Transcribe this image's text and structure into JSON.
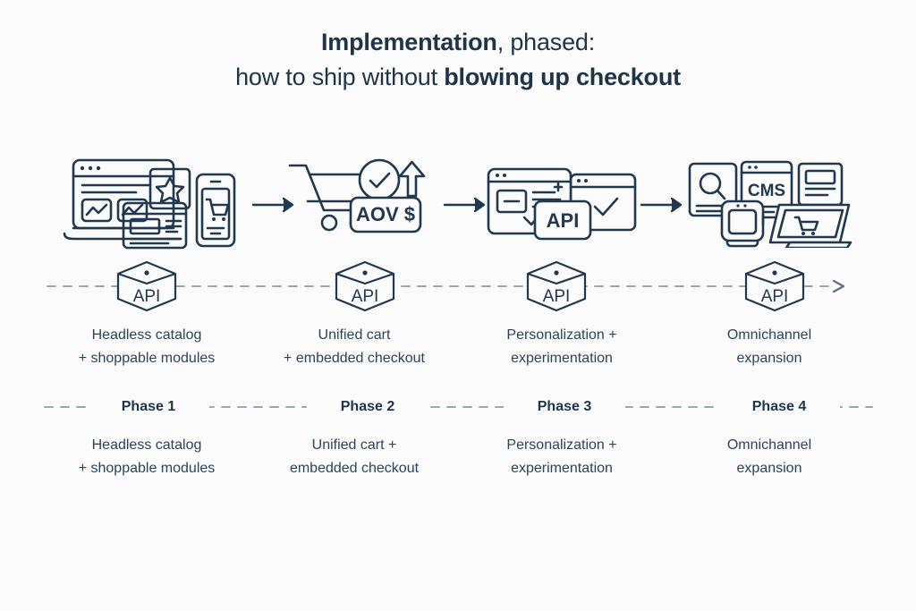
{
  "theme": {
    "background": "#fbfbfc",
    "ink": "#1f3349",
    "ink_soft": "#2c4459",
    "dash": "#9aa8b6"
  },
  "title": {
    "line1_bold": "Implementation",
    "line1_rest": ", phased:",
    "line2_rest": "how to ship without ",
    "line2_bold": "blowing up checkout"
  },
  "icons": {
    "group1": {
      "name": "headless-catalog-devices-icon",
      "parts": [
        "browser-window",
        "star-card",
        "content-card",
        "phone-with-cart"
      ]
    },
    "group2": {
      "name": "unified-cart-icon",
      "badge_label": "AOV $",
      "parts": [
        "shopping-cart",
        "check-circle",
        "up-arrow",
        "aov-badge"
      ]
    },
    "group3": {
      "name": "personalization-api-icon",
      "badge_label": "API",
      "parts": [
        "browser-window",
        "second-window",
        "api-card",
        "check-marks"
      ]
    },
    "group4": {
      "name": "omnichannel-icon",
      "cms_label": "CMS",
      "parts": [
        "search-card",
        "cms-window",
        "content-card",
        "smartwatch",
        "pos-terminal-with-cart"
      ]
    }
  },
  "api_band": {
    "badge_label": "API",
    "badges": [
      {
        "label": "API"
      },
      {
        "label": "API"
      },
      {
        "label": "API"
      },
      {
        "label": "API"
      }
    ]
  },
  "captions": [
    {
      "line1": "Headless catalog",
      "line2": "+ shoppable modules"
    },
    {
      "line1": "Unified cart",
      "line2": "+ embedded checkout"
    },
    {
      "line1": "Personalization +",
      "line2": "experimentation"
    },
    {
      "line1": "Omnichannel",
      "line2": "expansion"
    }
  ],
  "phases": [
    {
      "label": "Phase 1"
    },
    {
      "label": "Phase 2"
    },
    {
      "label": "Phase 3"
    },
    {
      "label": "Phase 4"
    }
  ],
  "bottom_descriptions": [
    {
      "line1": "Headless catalog",
      "line2": "+ shoppable modules"
    },
    {
      "line1": "Unified cart +",
      "line2": "embedded checkout"
    },
    {
      "line1": "Personalization +",
      "line2": "experimentation"
    },
    {
      "line1": "Omnichannel",
      "line2": "expansion"
    }
  ]
}
